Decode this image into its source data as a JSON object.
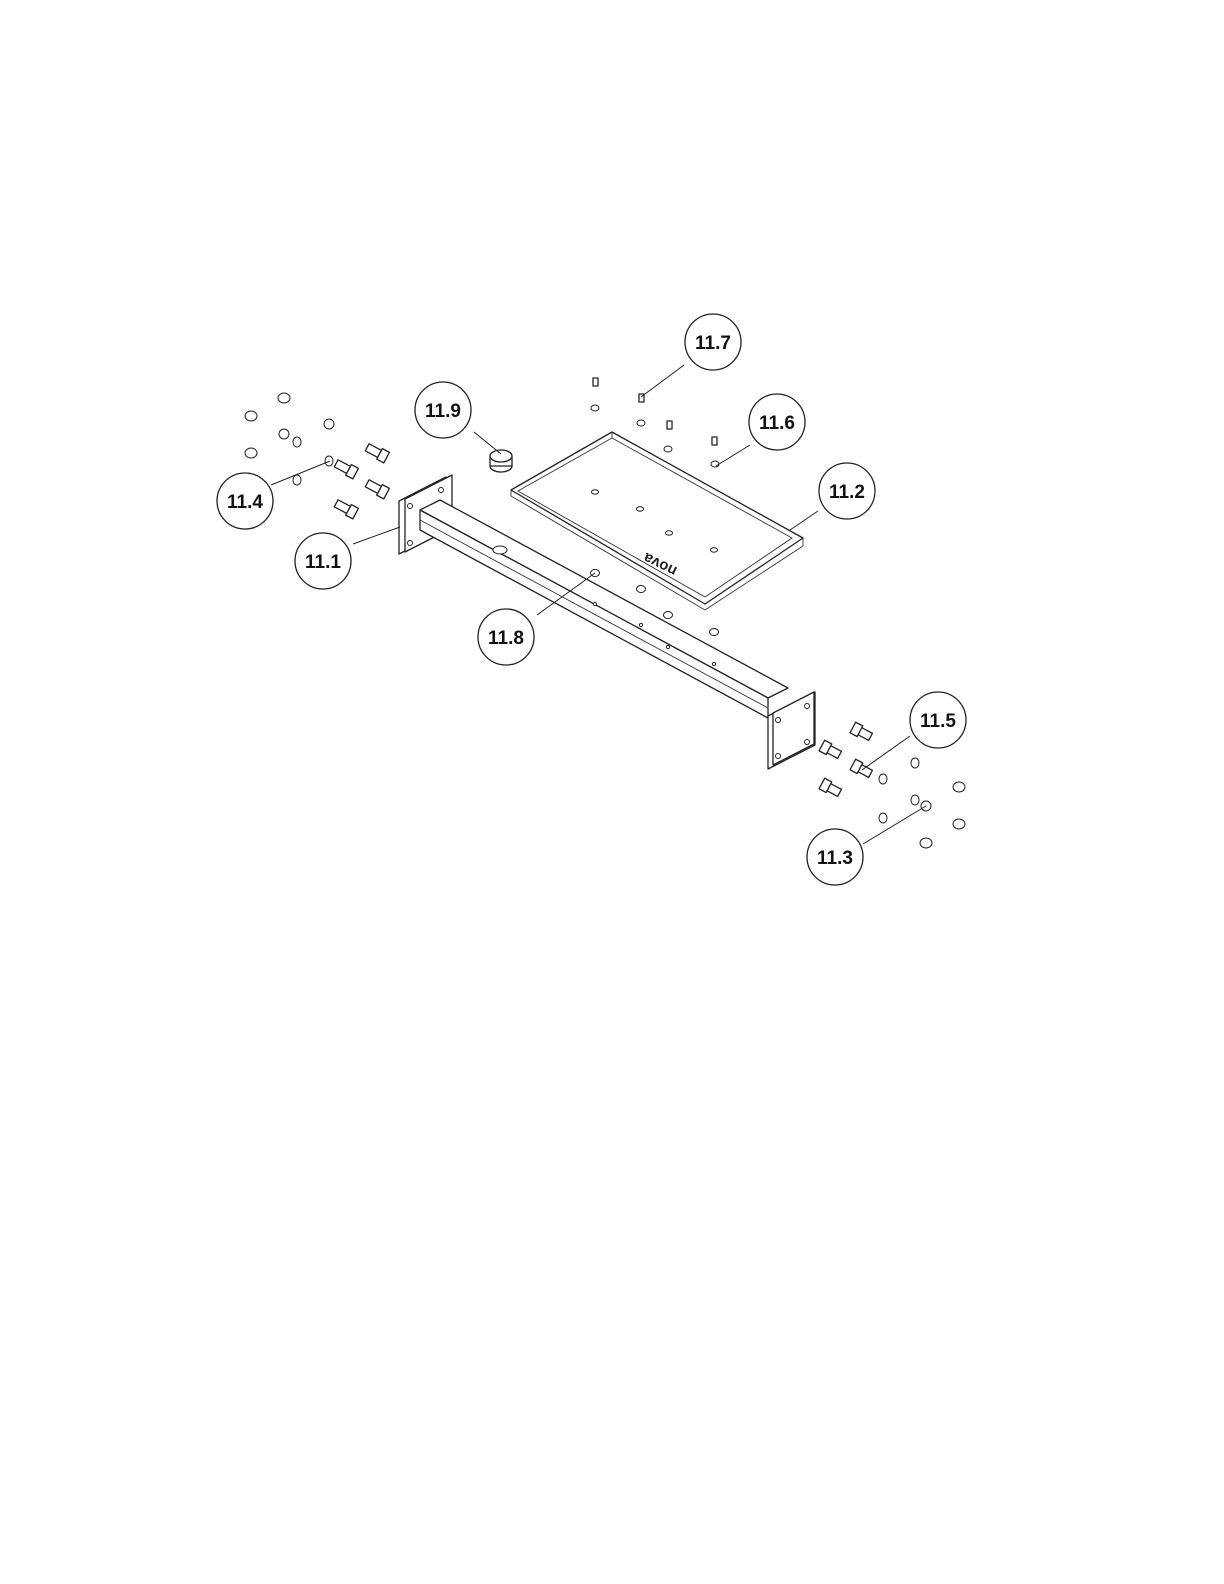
{
  "callouts": [
    {
      "id": "11.1",
      "label": "11.1"
    },
    {
      "id": "11.2",
      "label": "11.2"
    },
    {
      "id": "11.3",
      "label": "11.3"
    },
    {
      "id": "11.4",
      "label": "11.4"
    },
    {
      "id": "11.5",
      "label": "11.5"
    },
    {
      "id": "11.6",
      "label": "11.6"
    },
    {
      "id": "11.7",
      "label": "11.7"
    },
    {
      "id": "11.8",
      "label": "11.8"
    },
    {
      "id": "11.9",
      "label": "11.9"
    }
  ],
  "tray": {
    "brand_text": "nova"
  }
}
